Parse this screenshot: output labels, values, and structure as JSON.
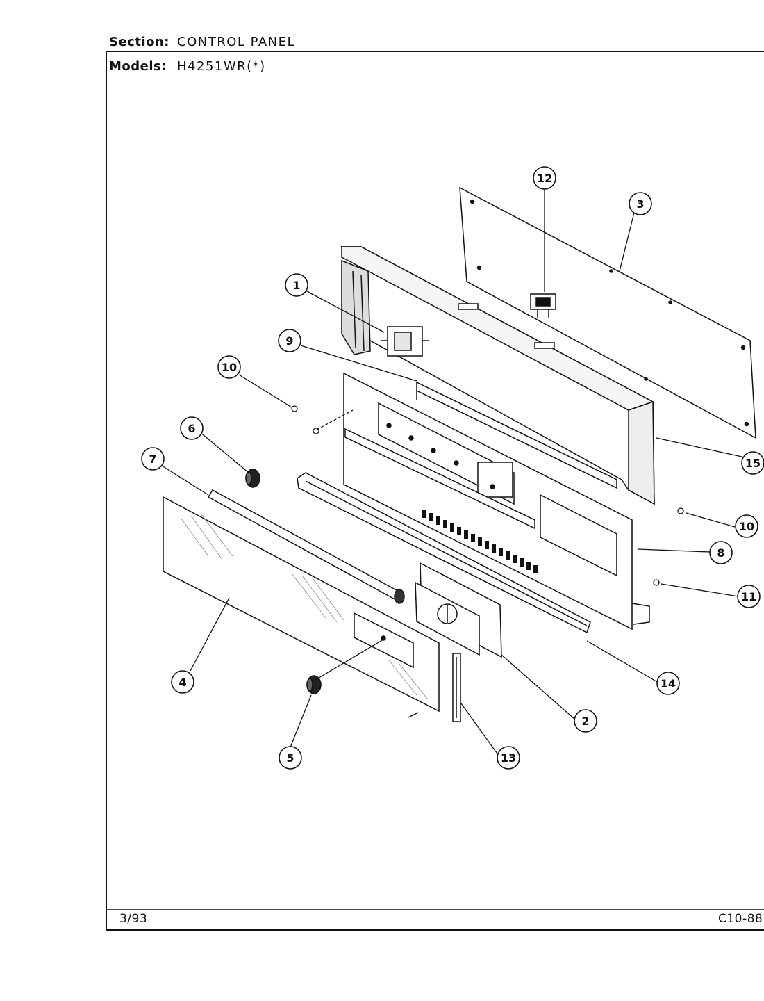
{
  "header": {
    "section_label": "Section:",
    "section_value": "CONTROL PANEL",
    "models_label": "Models:",
    "models_value": "H4251WR(*)"
  },
  "footer": {
    "date": "3/93",
    "code": "C10-88"
  },
  "callouts": {
    "c1": "1",
    "c2": "2",
    "c3": "3",
    "c4": "4",
    "c5": "5",
    "c6": "6",
    "c7": "7",
    "c8": "8",
    "c9": "9",
    "c10a": "10",
    "c10b": "10",
    "c11": "11",
    "c12": "12",
    "c13": "13",
    "c14": "14",
    "c15": "15"
  }
}
